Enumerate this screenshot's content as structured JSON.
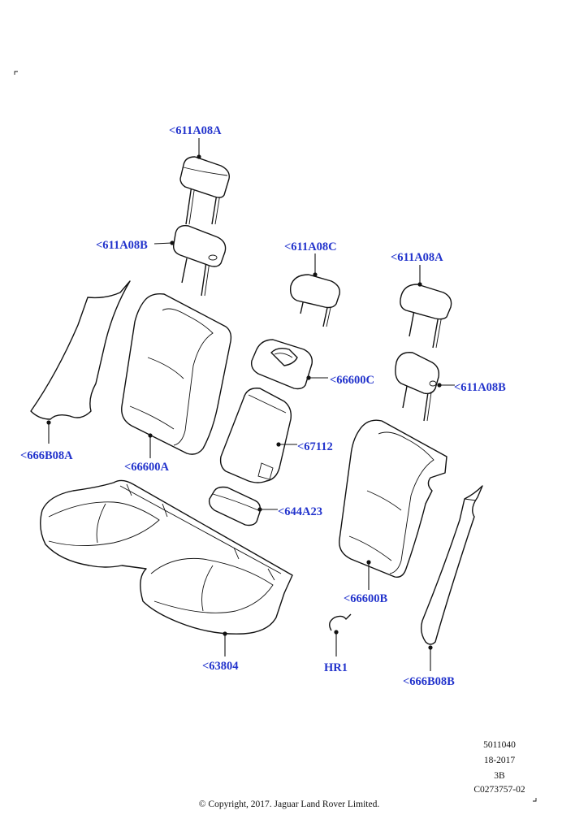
{
  "callouts": {
    "hr_top_center": "<611A08A",
    "hr_lower_left": "<611A08B",
    "hr_center": "<611A08C",
    "hr_top_right": "<611A08A",
    "hr_lower_right": "<611A08B",
    "side_trim_left": "<666B08A",
    "backrest_left": "<66600A",
    "armrest_cover": "<66600C",
    "armrest": "<67112",
    "armrest_bracket": "<644A23",
    "cushion": "<63804",
    "backrest_right": "<66600B",
    "hook": "HR1",
    "side_trim_right": "<666B08B"
  },
  "footer": {
    "ref_code": "5011040",
    "date_code": "18-2017",
    "sheet": "3B",
    "illustration_id": "C0273757-02",
    "copyright": "© Copyright, 2017. Jaguar Land Rover Limited."
  },
  "colors": {
    "callout": "#2233cc",
    "line": "#111111"
  }
}
